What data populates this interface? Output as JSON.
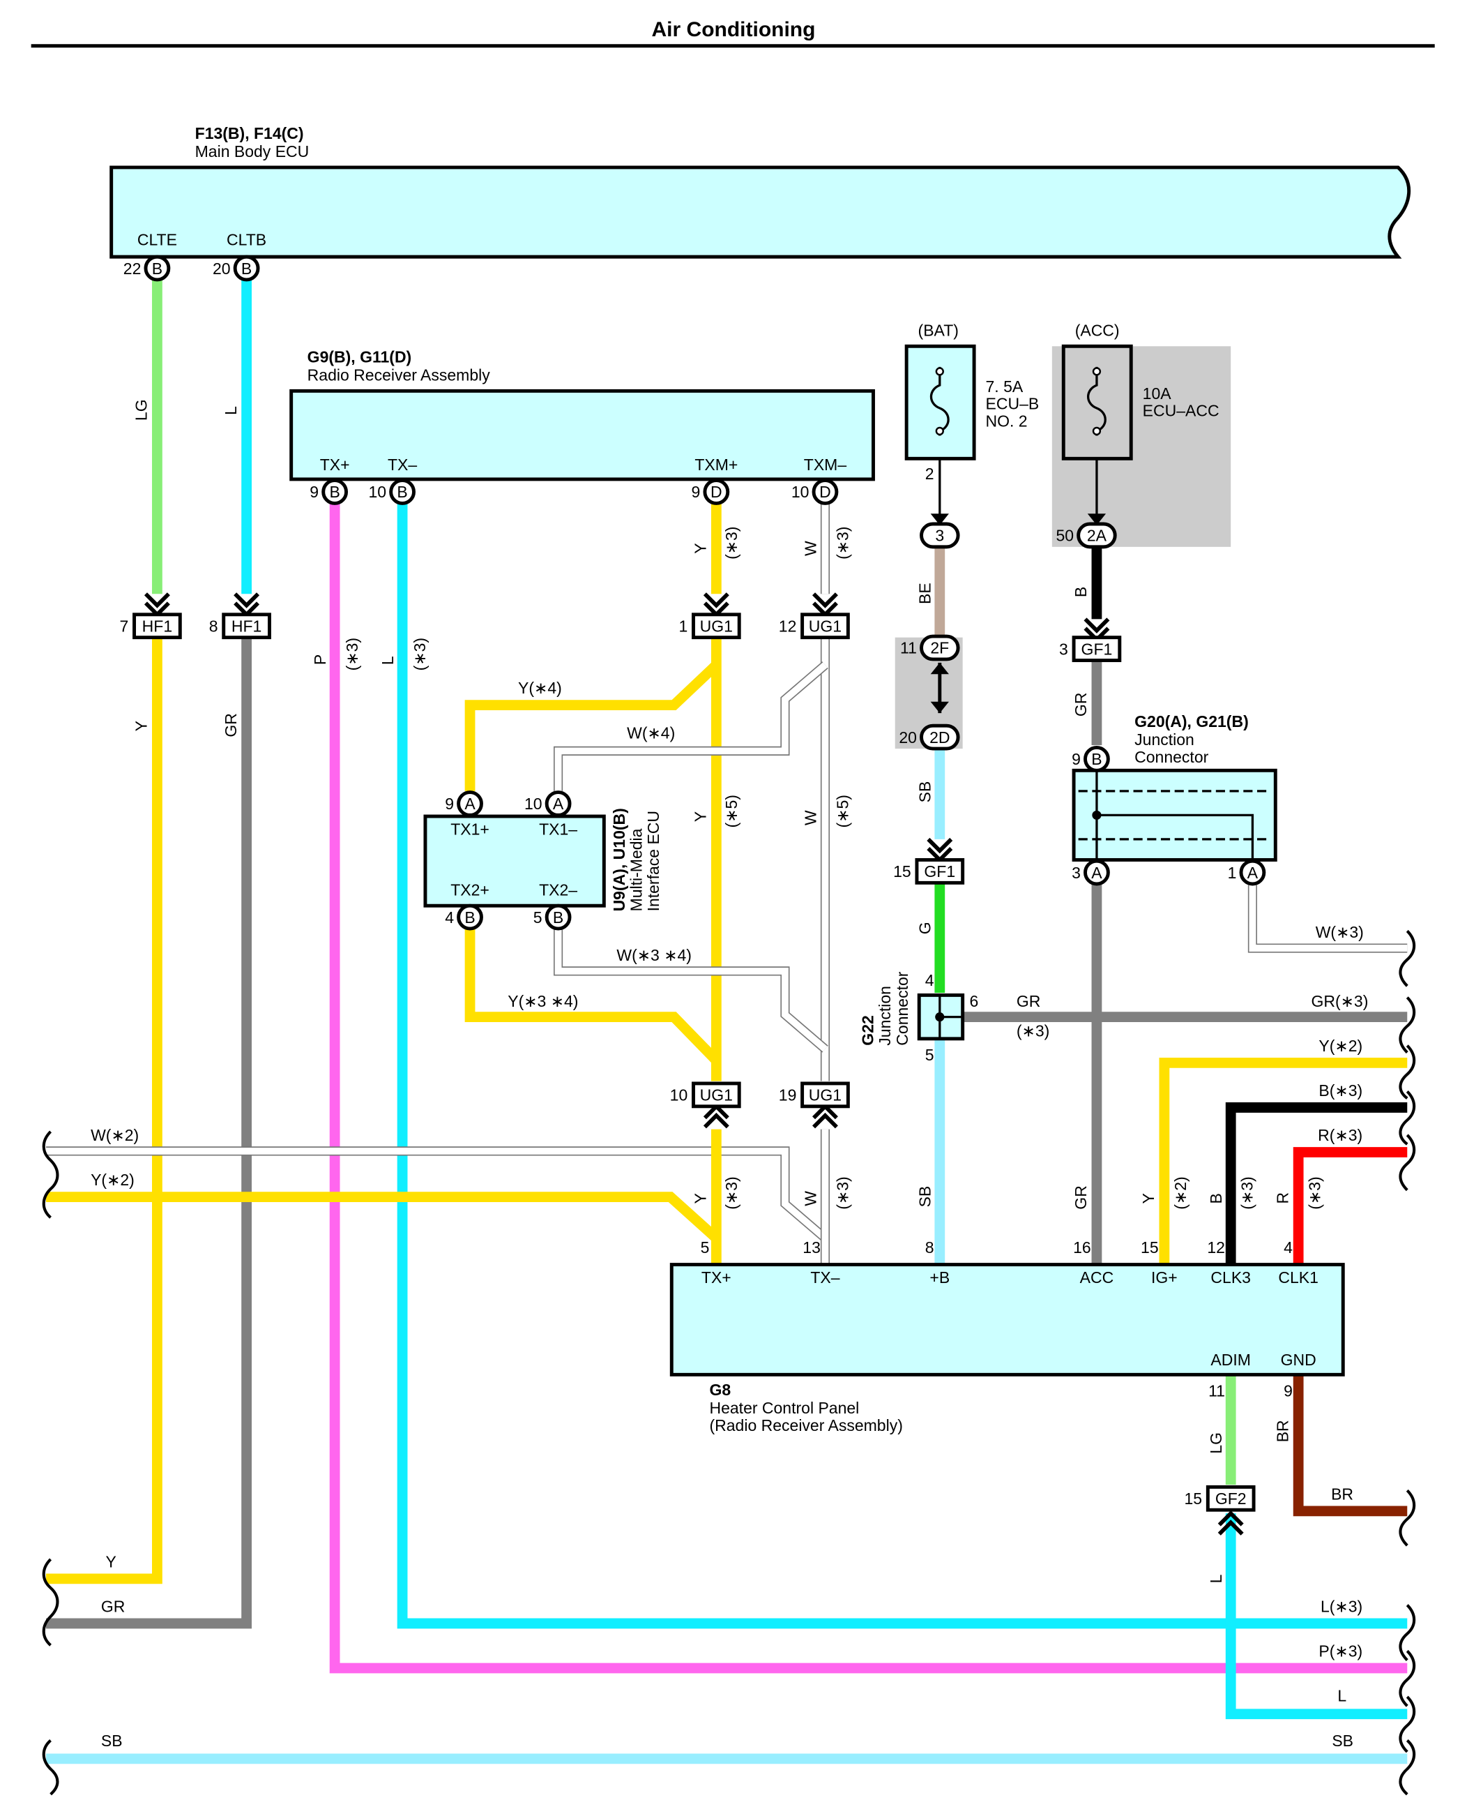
{
  "title": "Air Conditioning",
  "colors": {
    "LG": "#88ee77",
    "L": "#11eeff",
    "Y": "#ffe000",
    "GR": "#808080",
    "P": "#ff66ee",
    "W": "#ffffff",
    "B": "#000000",
    "BE": "#c0a898",
    "SB": "#99eeff",
    "G": "#22dd22",
    "R": "#ff0000",
    "BR": "#882200",
    "box": "#ccffff",
    "gray_area": "#cccccc"
  },
  "components": {
    "main_body_ecu": {
      "code": "F13(B), F14(C)",
      "name": "Main Body ECU"
    },
    "radio_receiver": {
      "code": "G9(B), G11(D)",
      "name": "Radio Receiver Assembly"
    },
    "multimedia_ecu": {
      "code": "U9(A), U10(B)",
      "name1": "Multi-Media",
      "name2": "Interface ECU"
    },
    "junction_g20": {
      "code": "G20(A), G21(B)",
      "name1": "Junction",
      "name2": "Connector"
    },
    "junction_g22": {
      "code": "G22",
      "name1": "Junction",
      "name2": "Connector"
    },
    "heater_panel": {
      "code": "G8",
      "name1": "Heater Control Panel",
      "name2": "(Radio Receiver Assembly)"
    },
    "fuse_bat": {
      "source": "(BAT)",
      "line1": "7. 5A",
      "line2": "ECU–B",
      "line3": "NO. 2"
    },
    "fuse_acc": {
      "source": "(ACC)",
      "line1": "10A",
      "line2": "ECU–ACC"
    }
  },
  "pins": {
    "cltе_label": "CLTE",
    "cltb_label": "CLTB",
    "clte_num": "22",
    "cltb_num": "20",
    "b": "B",
    "txp": "TX+",
    "txm": "TX–",
    "txmp": "TXM+",
    "txmm": "TXM–",
    "n9": "9",
    "n10": "10",
    "d": "D",
    "a": "A",
    "tx1p": "TX1+",
    "tx1m": "TX1–",
    "tx2p": "TX2+",
    "tx2m": "TX2–",
    "n4": "4",
    "n5": "5",
    "hf1": "HF1",
    "ug1": "UG1",
    "gf1": "GF1",
    "gf2": "GF2",
    "n7": "7",
    "n8": "8",
    "n1": "1",
    "n12": "12",
    "n19": "19",
    "n3": "3",
    "n15": "15",
    "n11": "11",
    "n2": "2",
    "n50": "50",
    "n2a": "2A",
    "n2f": "2F",
    "n2d": "2D",
    "n20": "20",
    "n6": "6",
    "n13": "13",
    "n16": "16",
    "hp_txp": "TX+",
    "hp_txm": "TX–",
    "hp_b": "+B",
    "hp_acc": "ACC",
    "hp_ig": "IG+",
    "hp_clk3": "CLK3",
    "hp_clk1": "CLK1",
    "hp_adim": "ADIM",
    "hp_gnd": "GND"
  },
  "wire_labels": {
    "lg": "LG",
    "l": "L",
    "y": "Y",
    "gr": "GR",
    "p": "P",
    "w": "W",
    "b": "B",
    "be": "BE",
    "sb": "SB",
    "g": "G",
    "r": "R",
    "br": "BR",
    "s3": "(∗3)",
    "s5": "(∗5)",
    "s2": "(∗2)",
    "y4": "Y(∗4)",
    "w4": "W(∗4)",
    "w34": "W(∗3 ∗4)",
    "y34": "Y(∗3 ∗4)",
    "w2": "W(∗2)",
    "y2": "Y(∗2)",
    "w3": "W(∗3)",
    "gr3": "GR(∗3)",
    "b3": "B(∗3)",
    "r3": "R(∗3)",
    "l3": "L(∗3)",
    "p3": "P(∗3)"
  }
}
